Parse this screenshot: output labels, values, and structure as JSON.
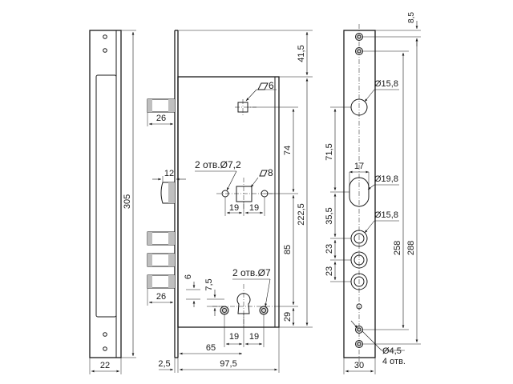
{
  "dimensions": {
    "faceplate_height": "305",
    "faceplate_width": "22",
    "top_offset": "41,5",
    "square_spindle_top": "6",
    "square_spindle_mid": "8",
    "holes_label_a": "2 отв.Ø7,2",
    "holes_label_b": "2 отв.Ø7",
    "spacing_19_a": "19",
    "spacing_19_b": "19",
    "spacing_19_c": "19",
    "spacing_19_d": "19",
    "latch_26_top": "26",
    "latch_26_bottom": "26",
    "latch_12": "12",
    "dim_74": "74",
    "dim_222_5": "222,5",
    "dim_85": "85",
    "dim_29": "29",
    "dim_6": "6",
    "dim_7_5": "7,5",
    "dim_65": "65",
    "dim_2_5": "2,5",
    "dim_97_5": "97,5",
    "right_8_5": "8,5",
    "right_15_8_a": "Ø15,8",
    "right_71_5": "71,5",
    "right_17": "17",
    "right_19_8": "Ø19,8",
    "right_35_5": "35,5",
    "right_15_8_b": "Ø15,8",
    "right_23_a": "23",
    "right_23_b": "23",
    "right_258": "258",
    "right_288": "288",
    "right_4_5": "Ø4,5",
    "right_4_holes": "4 отв.",
    "right_30": "30"
  }
}
